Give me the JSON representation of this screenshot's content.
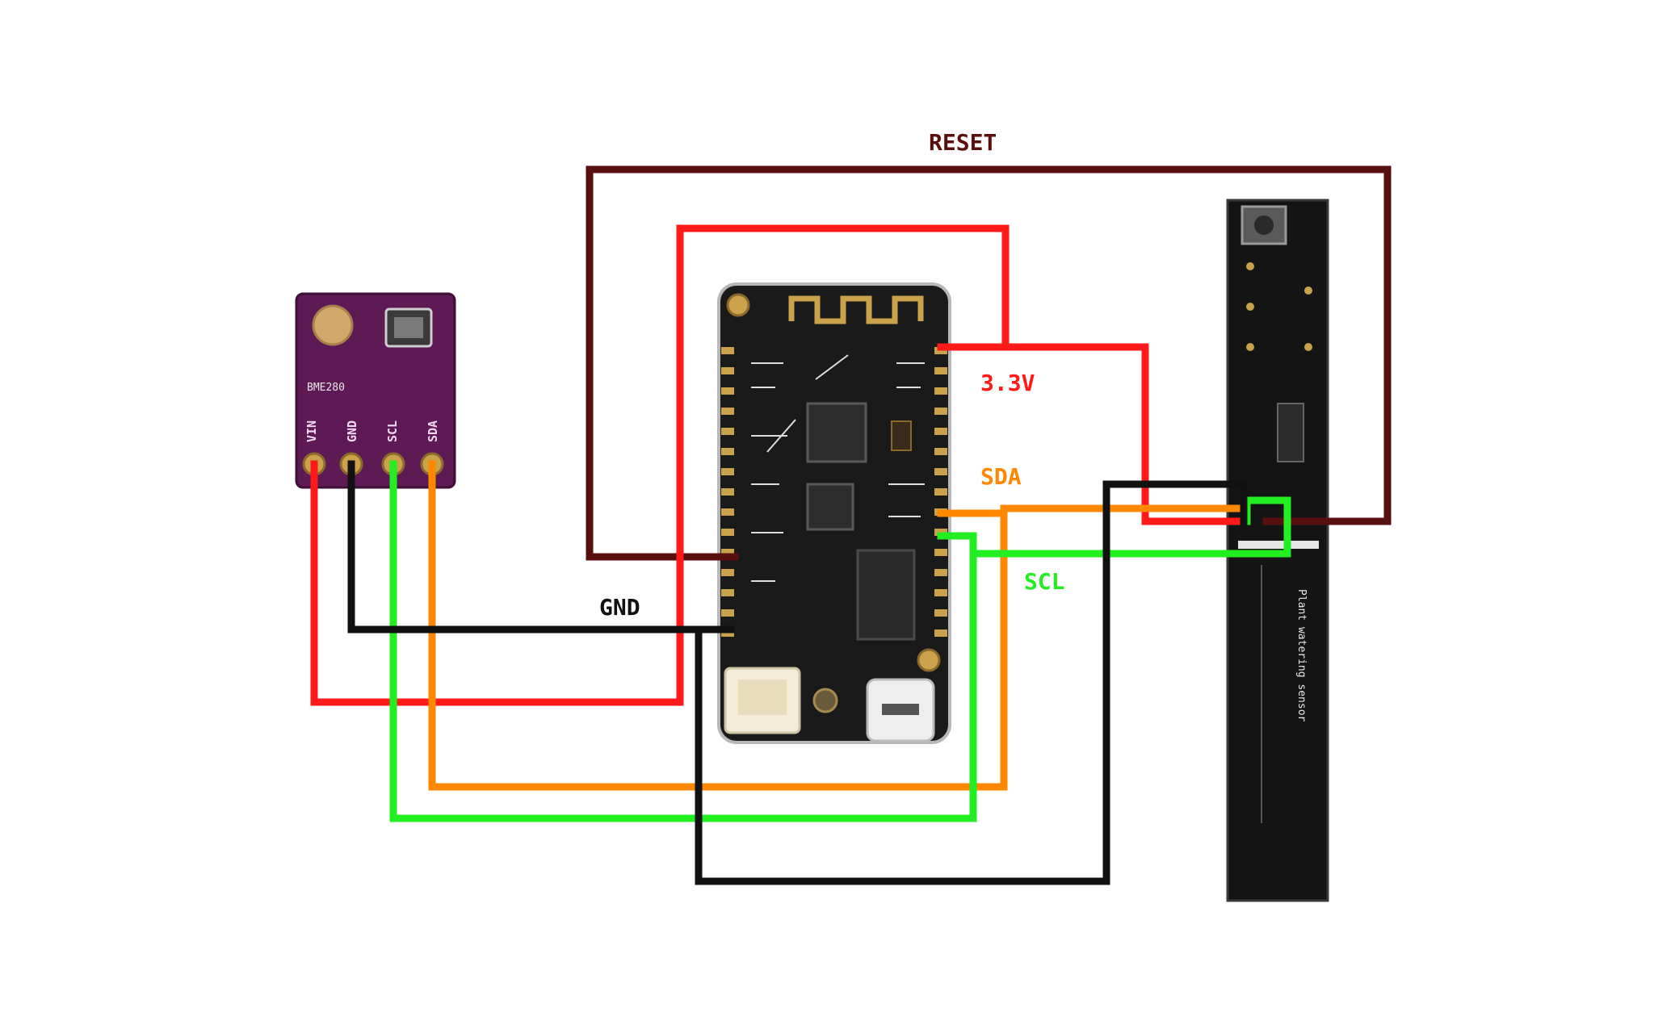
{
  "colors": {
    "power": "#ff1a1a",
    "ground": "#111111",
    "sda": "#ff8800",
    "scl": "#22ee22",
    "reset": "#5a0f0f",
    "sensor_board": "#5e1a55",
    "mcu_board": "#1a1a1a",
    "probe_board": "#141414",
    "gold": "#c9a24a"
  },
  "labels": {
    "reset": "RESET",
    "v33": "3.3V",
    "sda": "SDA",
    "scl": "SCL",
    "gnd": "GND"
  },
  "sensor": {
    "silkscreen": "BME280",
    "pins": [
      "VIN",
      "GND",
      "SCL",
      "SDA"
    ]
  },
  "probe": {
    "silkscreen": "Plant watering sensor"
  }
}
